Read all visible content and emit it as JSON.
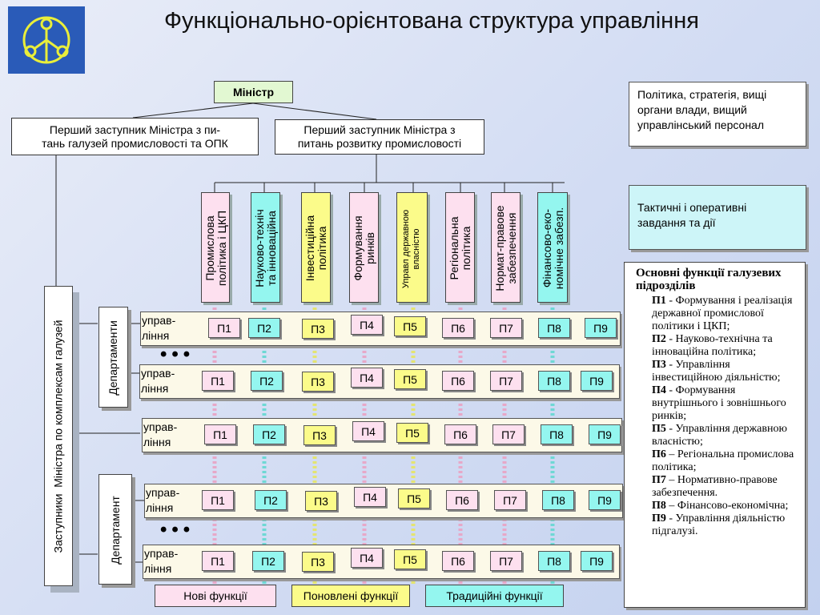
{
  "title": "Функціонально-орієнтована структура управління",
  "logo": {
    "icon": "emblem-logo"
  },
  "colors": {
    "new": "#fde0ef",
    "updated": "#fbfb8a",
    "traditional": "#94f6ef",
    "minister": "#e2f8d2"
  },
  "minister": "Міністр",
  "deputy_left": "Перший заступник Міністра з пи-\nтань галузей промисловості та ОПК",
  "deputy_right": "Перший заступник Міністра з\nпитань розвитку промисловості",
  "right_top": "Політика, стратегія, вищі органи влади, вищий управлінський персонал",
  "right_mid": "Тактичні і оперативні завдання та дії",
  "columns": [
    {
      "label": "Промислова\nполітика і ЦКП",
      "color": "pink"
    },
    {
      "label": "Науково-техніч\nта інноваційна",
      "color": "cyan"
    },
    {
      "label": "Інвестиційна\nполітика",
      "color": "yellow"
    },
    {
      "label": "Формування\nринків",
      "color": "pink"
    },
    {
      "label": "Управл державною\nвласністю",
      "color": "yellow"
    },
    {
      "label": "Регіональна\nполітика",
      "color": "pink"
    },
    {
      "label": "Нормат-правове\nзабезпечення",
      "color": "pink"
    },
    {
      "label": "Фінансово-еко-\nномічне забезп.",
      "color": "cyan"
    }
  ],
  "deputies_vertical": "Заступники  Міністра по комплексам галузей",
  "departments_top": "Департаменти",
  "department_bottom": "Департамент",
  "strip_label": "управ-\nління",
  "cells": [
    "П1",
    "П2",
    "П3",
    "П4",
    "П5",
    "П6",
    "П7",
    "П8",
    "П9"
  ],
  "ellipsis": "•••",
  "legend": {
    "new": "Нові функції",
    "updated": "Поновлені функції",
    "traditional": "Традиційні функції"
  },
  "functions": {
    "heading": "Основні функції галузевих підрозділів",
    "items": [
      {
        "code": "П1",
        "text": " - Формування і реалізація державної промислової політики і ЦКП;"
      },
      {
        "code": "П2",
        "text": " - Науково-технічна та інноваційна політика;"
      },
      {
        "code": "П3",
        "text": " - Управління інвестиційною діяльністю;"
      },
      {
        "code": "П4",
        "text": " - Формування внутрішнього і зовнішнього ринків;"
      },
      {
        "code": "П5",
        "text": " - Управління державною власністю;"
      },
      {
        "code": "П6",
        "text": " – Регіональна промислова політика;"
      },
      {
        "code": "П7",
        "text": " – Нормативно-правове забезпечення."
      },
      {
        "code": "П8",
        "text": " – Фінансово-економічна;"
      },
      {
        "code": "П9",
        "text": "  - Управління діяльністю підгалузі."
      }
    ]
  }
}
